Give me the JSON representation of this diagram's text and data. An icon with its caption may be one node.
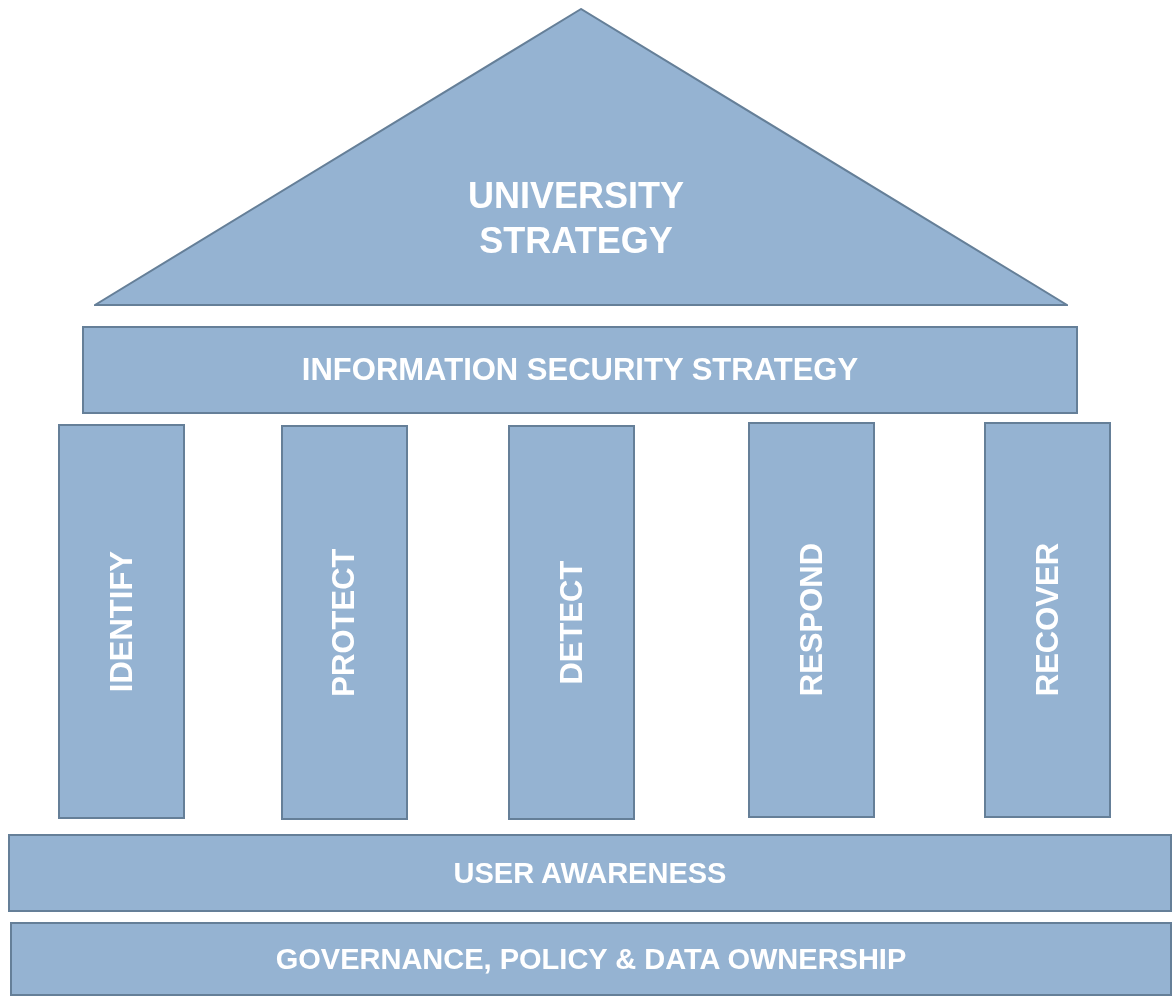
{
  "diagram": {
    "nodes": [
      {
        "text": [
          "UNIVERSITY STRATEGY"
        ]
      },
      {
        "text": [
          "INFORMATION SECURITY STRATEGY"
        ]
      },
      {
        "text": [
          "IDENTIFY"
        ]
      },
      {
        "text": [
          "PROTECT"
        ]
      },
      {
        "text": [
          "DETECT"
        ]
      },
      {
        "text": [
          "RESPOND"
        ]
      },
      {
        "text": [
          "RECOVER"
        ]
      },
      {
        "text": [
          "USER AWARENESS"
        ]
      },
      {
        "text": [
          "GOVERNANCE, POLICY & DATA OWNERSHIP"
        ]
      }
    ]
  }
}
